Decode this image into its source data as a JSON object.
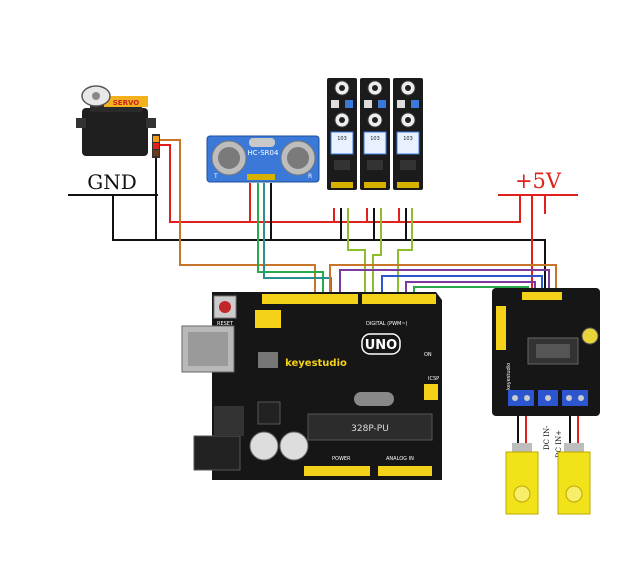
{
  "labels": {
    "gnd": "GND",
    "plus5v": "+5V",
    "servo": "SERVO",
    "ultrasonic_model": "HC-SR04",
    "ultrasonic_t": "T",
    "ultrasonic_r": "R",
    "ir_module_value": "103",
    "board_brand": "keyestudio",
    "board_model": "UNO",
    "chip": "328P-PU",
    "reset": "RESET",
    "on": "ON",
    "icsp": "ICSP",
    "digital": "DIGITAL (PWM~)",
    "power": "POWER",
    "analog_in": "ANALOG IN",
    "driver_brand": "keyestudio",
    "motor_label_left": "DC IN-",
    "motor_label_right": "DC IN+"
  },
  "colors": {
    "wire_red": "#e0201a",
    "wire_black": "#111111",
    "wire_orange": "#c8742a",
    "wire_green": "#2aa84a",
    "wire_teal": "#2a8f8f",
    "wire_blue": "#2b56d0",
    "wire_purple": "#7a3aa0",
    "wire_lime": "#8cbf2a",
    "board_black": "#161616",
    "header_yellow": "#f4d21a",
    "sensor_blue": "#3a79d8",
    "motor_yellow": "#f2e21a"
  }
}
